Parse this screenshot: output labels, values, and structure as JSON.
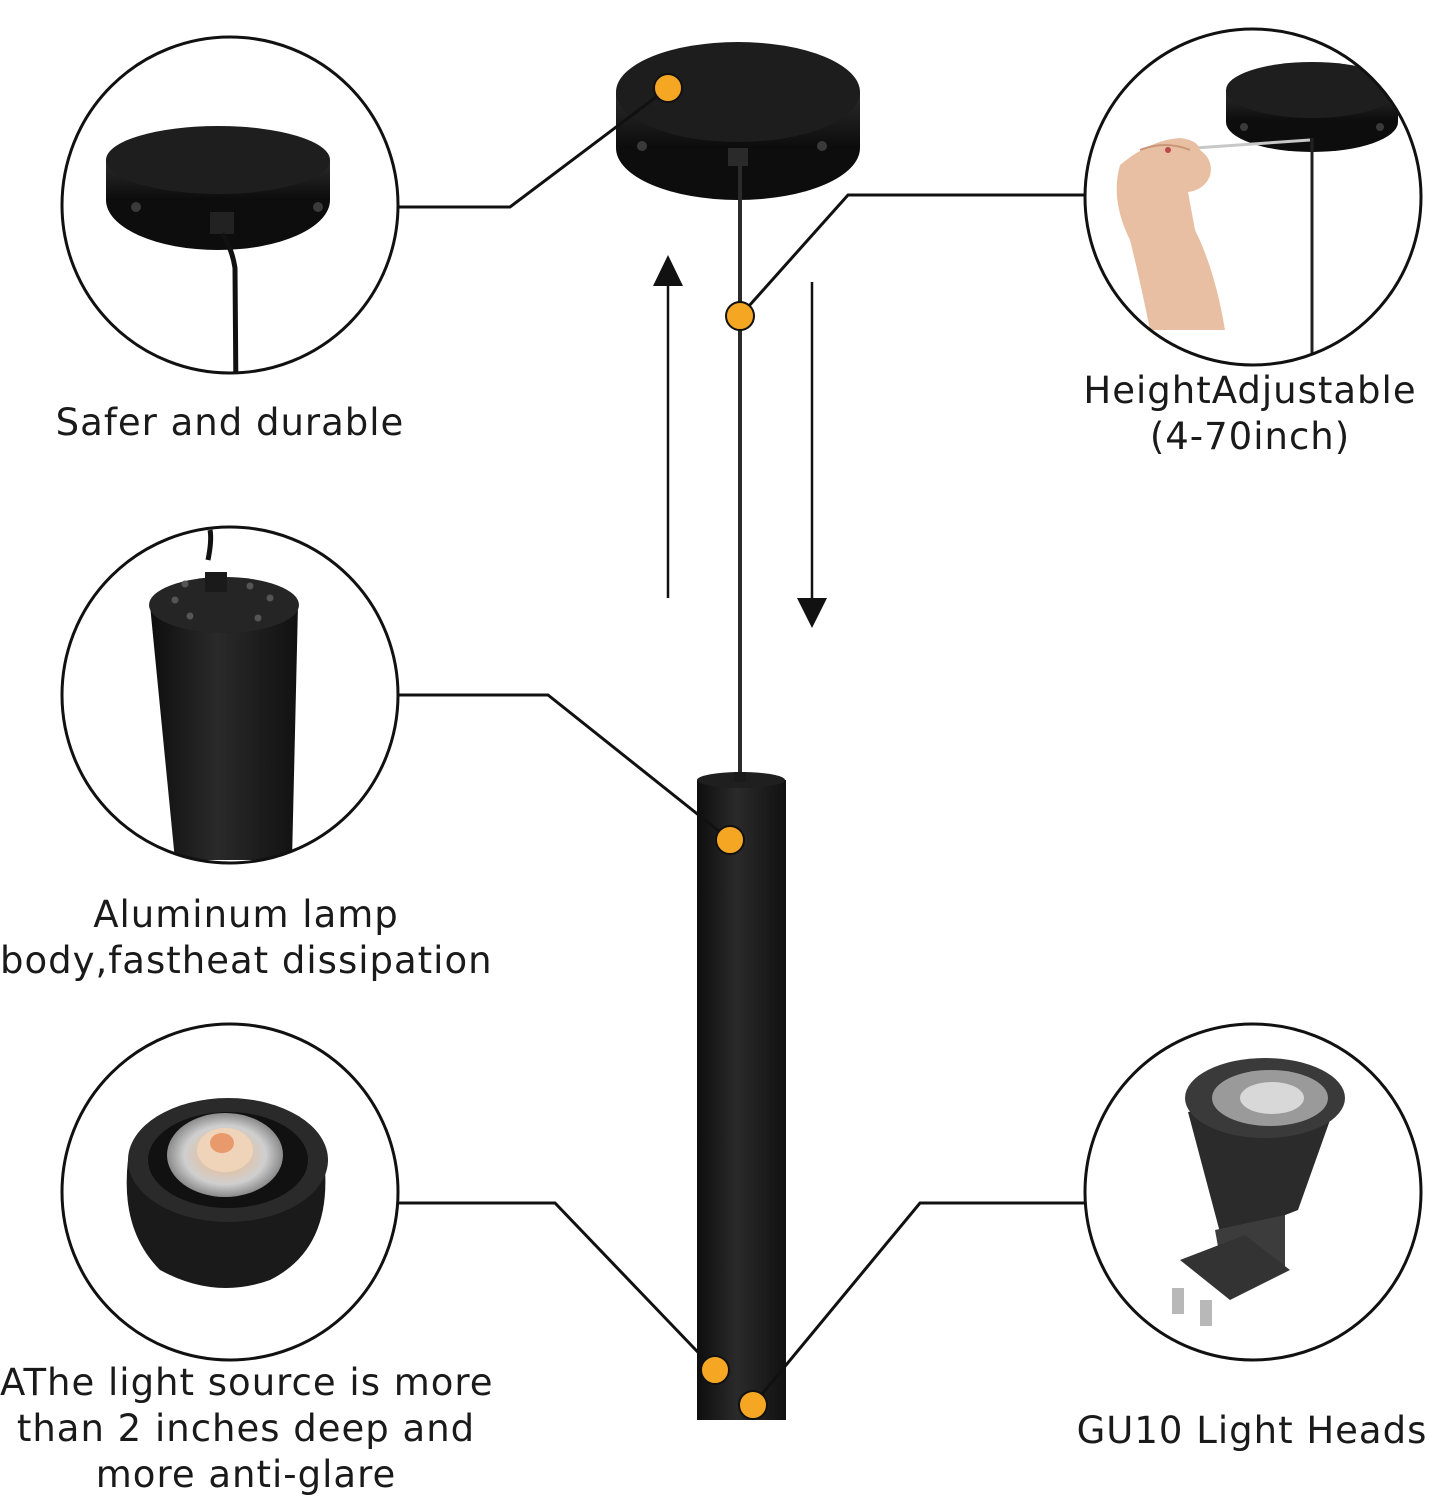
{
  "captions": {
    "canopy": "Safer and durable",
    "height_line1": "HeightAdjustable",
    "height_line2": "(4-70inch)",
    "body_line1": "Aluminum lamp",
    "body_line2": "body,fastheat dissipation",
    "source_line1": "AThe light source is more",
    "source_line2": "than 2 inches deep and",
    "source_line3": "more anti-glare",
    "bulb": "GU10 Light Heads"
  },
  "colors": {
    "background": "#ffffff",
    "fixture": "#1c1c1c",
    "marker": "#f5a623",
    "line": "#111111",
    "text": "#1a1a1a"
  },
  "icons": [
    "canopy-closeup",
    "cable-gripper-closeup",
    "lamp-body-closeup",
    "light-source-closeup",
    "gu10-bulb-closeup",
    "up-arrow-icon",
    "down-arrow-icon"
  ]
}
